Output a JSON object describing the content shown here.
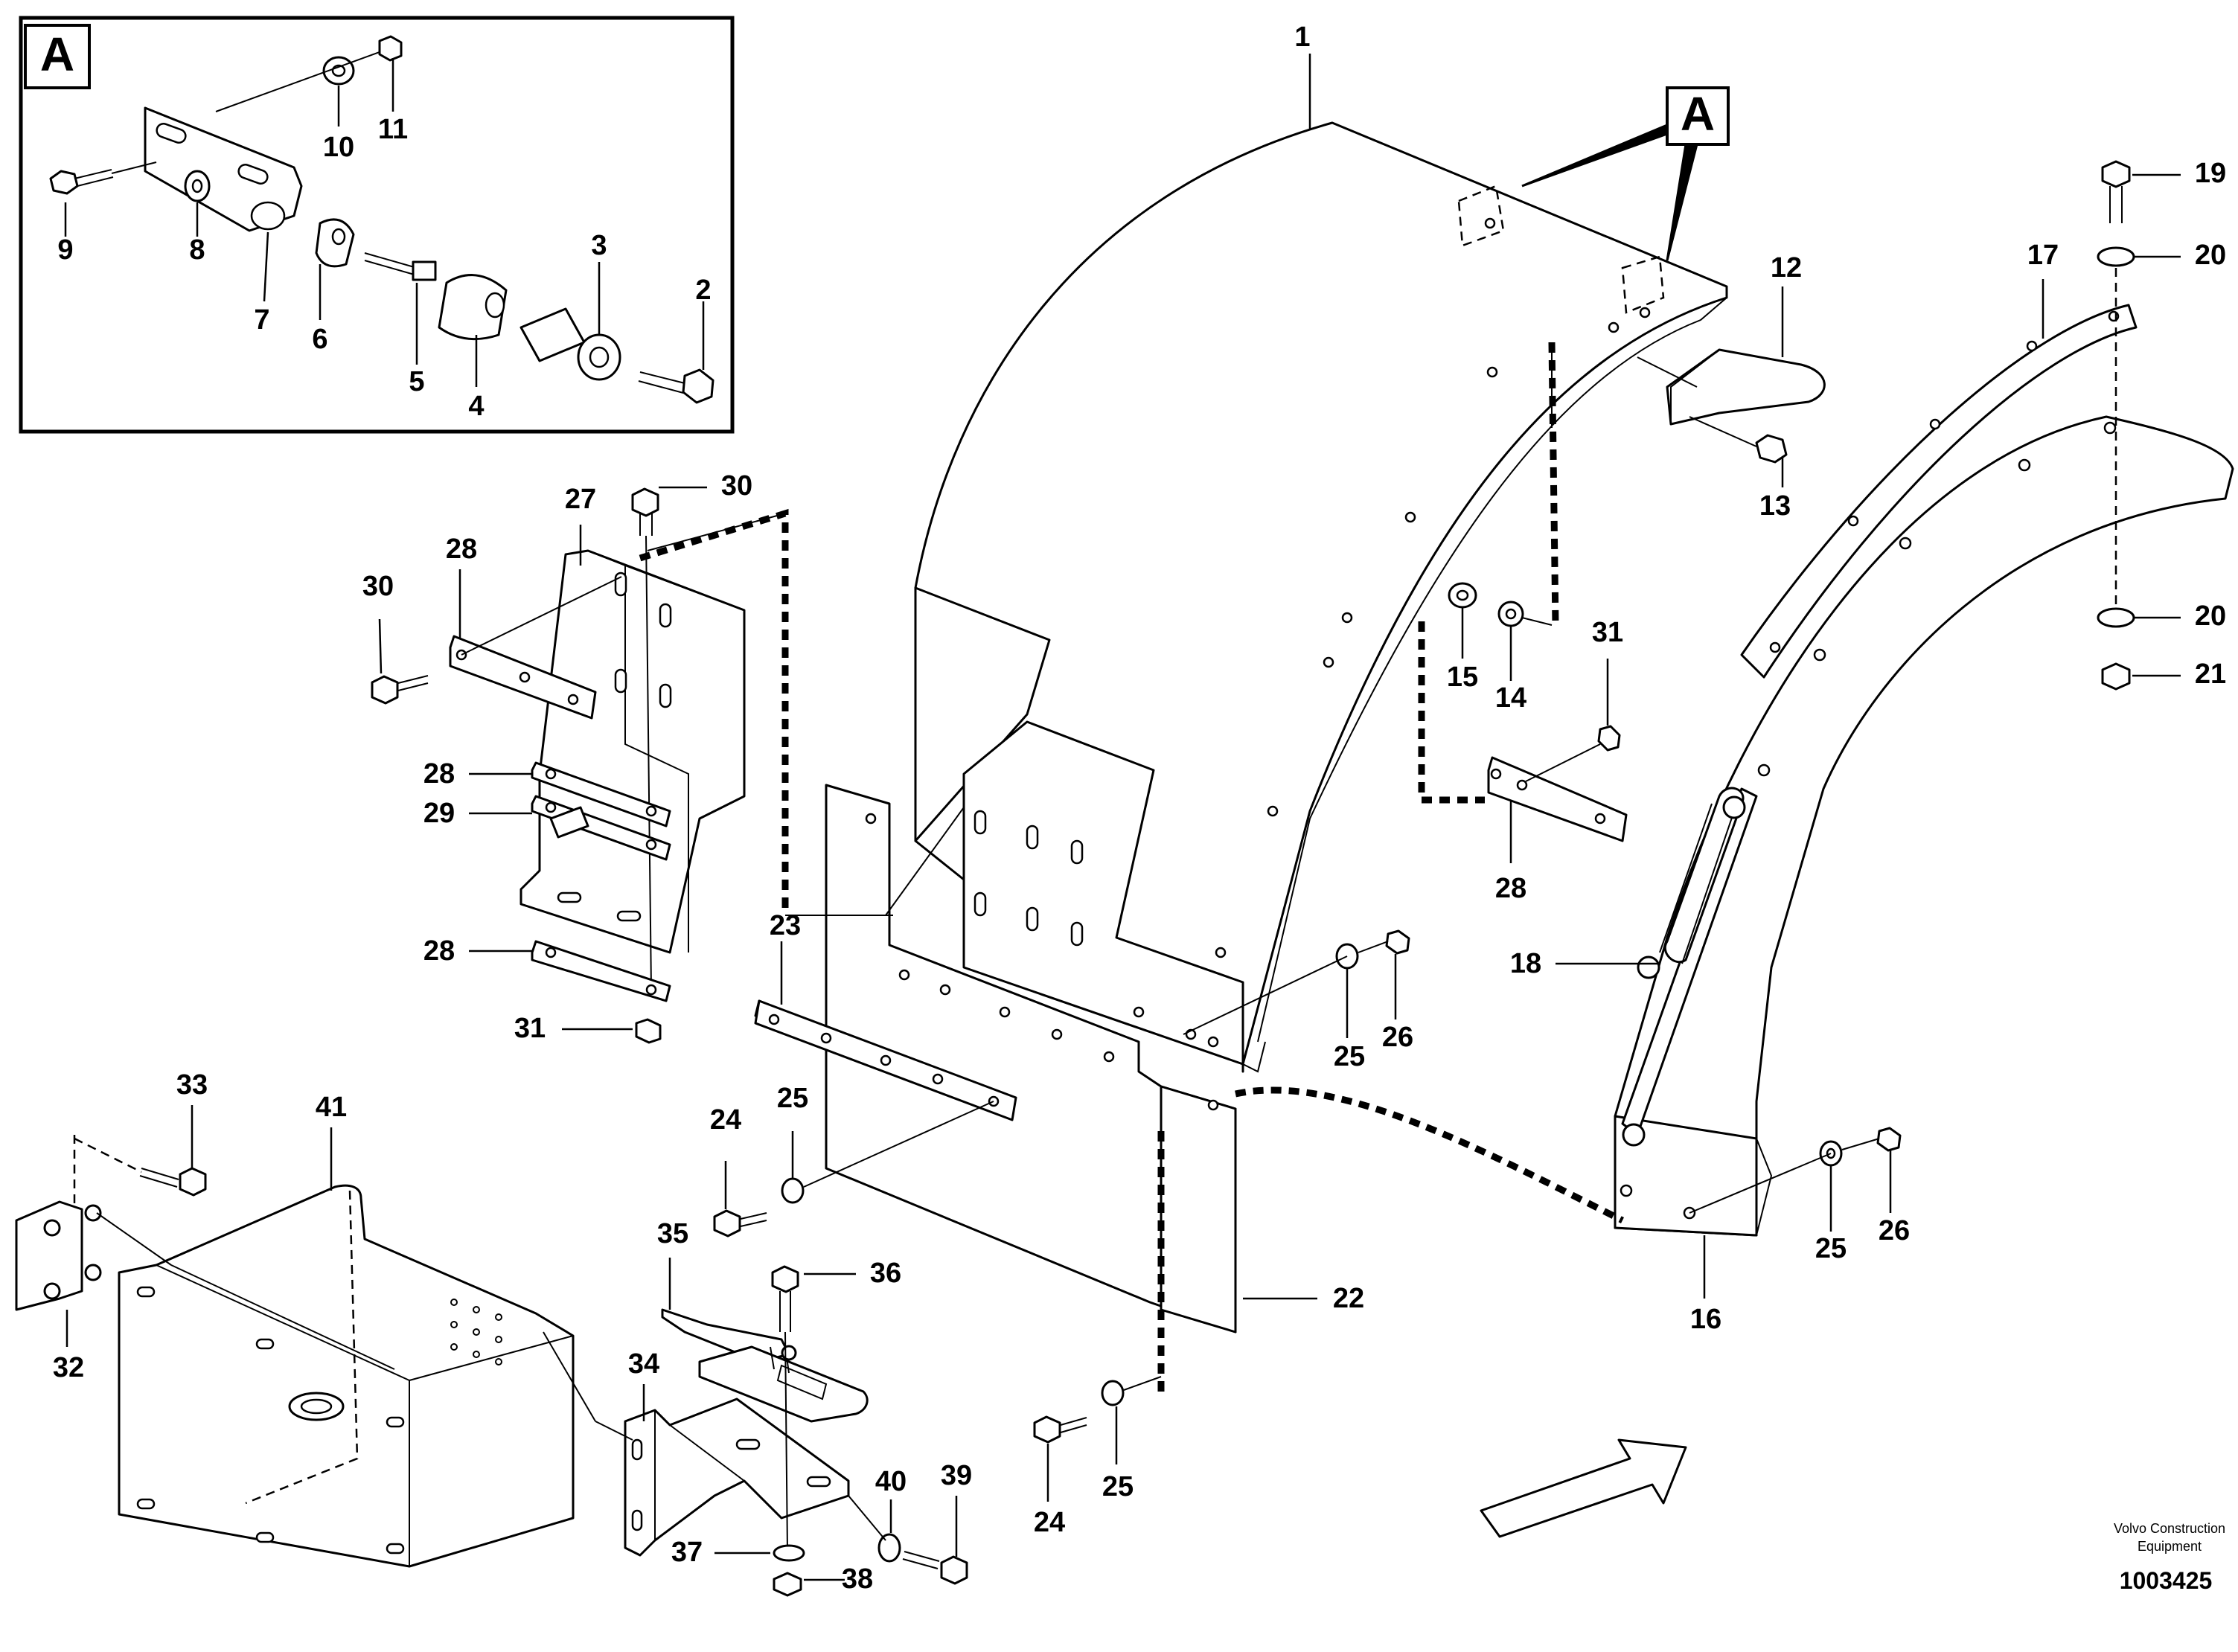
{
  "inset": {
    "tag": "A"
  },
  "callout": {
    "tag": "A"
  },
  "footer": {
    "brand_line1": "Volvo Construction",
    "brand_line2": "Equipment",
    "doc_number": "1003425"
  },
  "labels": {
    "p1": "1",
    "p2": "2",
    "p3": "3",
    "p4": "4",
    "p5": "5",
    "p6": "6",
    "p7": "7",
    "p8": "8",
    "p9": "9",
    "p10": "10",
    "p11": "11",
    "p12": "12",
    "p13": "13",
    "p14": "14",
    "p15": "15",
    "p16": "16",
    "p17": "17",
    "p18": "18",
    "p19": "19",
    "p20a": "20",
    "p20b": "20",
    "p21": "21",
    "p22": "22",
    "p23": "23",
    "p24a": "24",
    "p24b": "24",
    "p25a": "25",
    "p25b": "25",
    "p25c": "25",
    "p25d": "25",
    "p26a": "26",
    "p26b": "26",
    "p27": "27",
    "p28a": "28",
    "p28b": "28",
    "p28c": "28",
    "p28d": "28",
    "p29": "29",
    "p30a": "30",
    "p30b": "30",
    "p31a": "31",
    "p31b": "31",
    "p32": "32",
    "p33": "33",
    "p34": "34",
    "p35": "35",
    "p36": "36",
    "p37": "37",
    "p38": "38",
    "p39": "39",
    "p40": "40",
    "p41": "41"
  }
}
